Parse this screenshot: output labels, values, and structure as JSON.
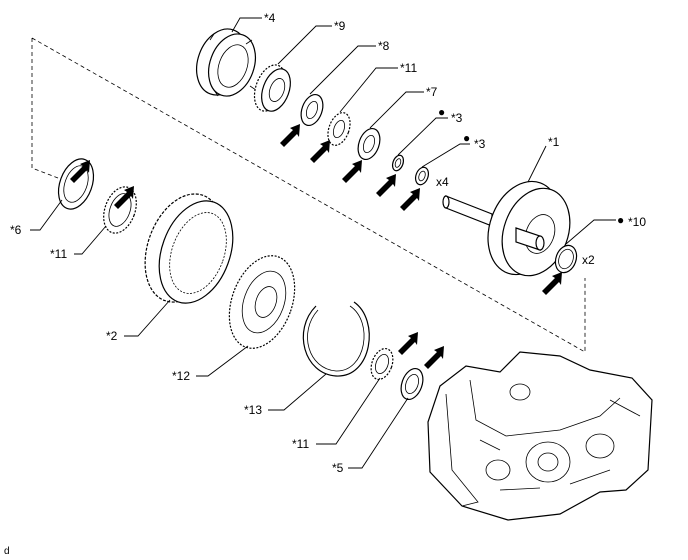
{
  "diagram": {
    "bottom_code": "d",
    "bullet": "●",
    "labels": {
      "p4": "*4",
      "p9": "*9",
      "p8": "*8",
      "p11a": "*11",
      "p7": "*7",
      "p3a": "*3",
      "p3b": "*3",
      "p1": "*1",
      "p10": "*10",
      "p6": "*6",
      "p11b": "*11",
      "p2": "*2",
      "p12": "*12",
      "p13": "*13",
      "p11c": "*11",
      "p5": "*5"
    },
    "quantities": {
      "x4": "x4",
      "x2": "x2"
    },
    "colors": {
      "line": "#000000",
      "background": "#ffffff"
    }
  }
}
